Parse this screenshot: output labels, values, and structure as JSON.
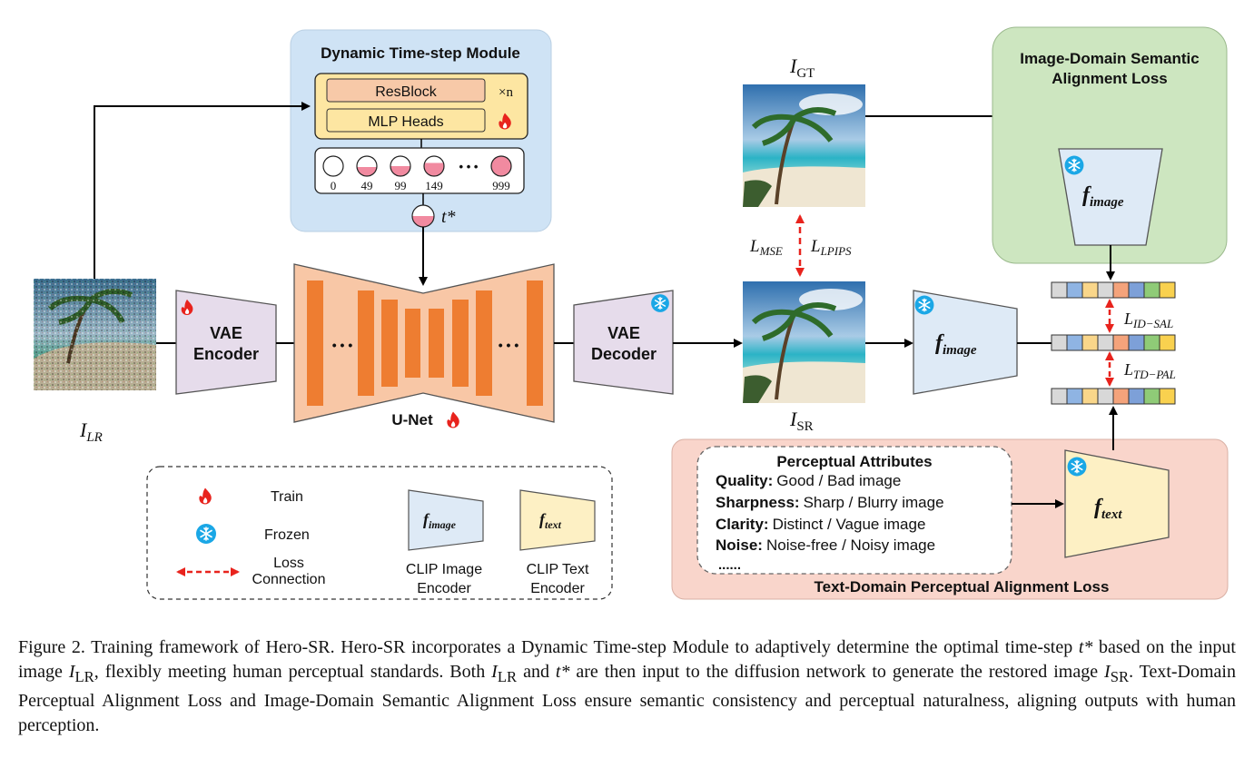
{
  "dtm": {
    "title": "Dynamic Time-step Module",
    "resblock": "ResBlock",
    "times_n": "×n",
    "mlp": "MLP Heads",
    "timesteps": [
      "0",
      "49",
      "99",
      "149",
      "999"
    ],
    "dots": "• • •",
    "t_star": "t*"
  },
  "input": {
    "label_main": "I",
    "label_sub": "LR"
  },
  "vae_encoder": {
    "line1": "VAE",
    "line2": "Encoder"
  },
  "unet": {
    "label": "U-Net",
    "dots": "• • •"
  },
  "vae_decoder": {
    "line1": "VAE",
    "line2": "Decoder"
  },
  "gt": {
    "label_main": "I",
    "label_sub": "GT"
  },
  "sr": {
    "label_main": "I",
    "label_sub": "SR"
  },
  "losses": {
    "mse_main": "L",
    "mse_sub": "MSE",
    "lpips_main": "L",
    "lpips_sub": "LPIPS",
    "idsal_main": "L",
    "idsal_sub": "ID−SAL",
    "tdpal_main": "L",
    "tdpal_sub": "TD−PAL"
  },
  "f_image": {
    "main": "f",
    "sub": "image"
  },
  "f_text": {
    "main": "f",
    "sub": "text"
  },
  "image_domain": {
    "line1": "Image-Domain Semantic",
    "line2": "Alignment Loss"
  },
  "text_domain": {
    "title": "Text-Domain Perceptual Alignment Loss"
  },
  "perceptual": {
    "title": "Perceptual Attributes",
    "rows": [
      {
        "key": "Quality:",
        "value": "Good /  Bad image"
      },
      {
        "key": "Sharpness:",
        "value": "Sharp / Blurry image"
      },
      {
        "key": "Clarity:",
        "value": "Distinct / Vague image"
      },
      {
        "key": "Noise:",
        "value": "Noise-free / Noisy image"
      }
    ],
    "ellipsis": "......"
  },
  "legend": {
    "train": "Train",
    "frozen": "Frozen",
    "loss_line1": "Loss",
    "loss_line2": "Connection",
    "clip_image_line1": "CLIP Image",
    "clip_image_line2": "Encoder",
    "clip_text_line1": "CLIP Text",
    "clip_text_line2": "Encoder"
  },
  "caption": {
    "p1": "Figure 2. Training framework of Hero-SR. Hero-SR incorporates a Dynamic Time-step Module to adaptively determine the optimal time-step ",
    "tstar": "t*",
    "p2": " based on the input image ",
    "ilr": "I",
    "ilr_sub": "LR",
    "p3": ", flexibly meeting human perceptual standards.  Both ",
    "ilr2": "I",
    "ilr2_sub": "LR",
    "p4": " and ",
    "tstar2": "t*",
    "p5": " are then input to the diffusion network to generate the restored image ",
    "isr": "I",
    "isr_sub": "SR",
    "p6": ".  Text-Domain Perceptual Alignment Loss and Image-Domain Semantic Alignment Loss ensure semantic consistency and perceptual naturalness, aligning outputs with human perception."
  },
  "colors": {
    "dtm_bg": "#cfe3f5",
    "block_fill": "#f7c9a8",
    "mlp_fill": "#fde6a2",
    "orange": "#ee7d31",
    "unet_bg": "#f8c7a6",
    "vae_fill": "#e6dceb",
    "img_enc_fill": "#deeaf6",
    "text_enc_fill": "#fdf0c4",
    "green_bg": "#cde6c0",
    "pink_bg": "#f9d5cb",
    "loss_red": "#e8231d"
  }
}
